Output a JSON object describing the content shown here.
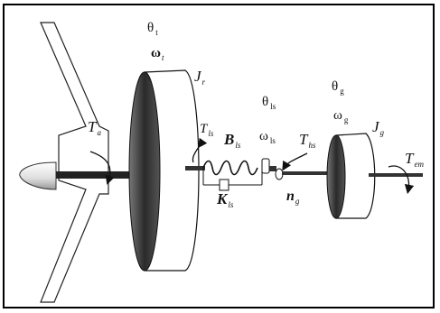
{
  "labels": {
    "theta_t": {
      "sym": "θ",
      "sub": "t"
    },
    "omega_t": {
      "sym": "ω",
      "sub": "t"
    },
    "J_r": {
      "sym": "J",
      "sub": "r"
    },
    "T_a": {
      "sym": "T",
      "sub": "a"
    },
    "T_ls_left": {
      "sym": "T",
      "sub": "ls"
    },
    "B_ls": {
      "sym": "B",
      "sub": "ls"
    },
    "K_ls": {
      "sym": "K",
      "sub": "ls"
    },
    "theta_ls": {
      "sym": "θ",
      "sub": "ls"
    },
    "omega_ls": {
      "sym": "ω",
      "sub": "ls"
    },
    "T_hs": {
      "sym": "T",
      "sub": "hs"
    },
    "n_g": {
      "sym": "n",
      "sub": "g"
    },
    "theta_g": {
      "sym": "θ",
      "sub": "g"
    },
    "omega_g": {
      "sym": "ω",
      "sub": "g"
    },
    "J_g": {
      "sym": "J",
      "sub": "g"
    },
    "T_em": {
      "sym": "T",
      "sub": "em"
    }
  },
  "colors": {
    "ink": "#111111",
    "disk_face": "#3a3a3a",
    "disk_side": "#ffffff",
    "shaft": "#222222"
  }
}
